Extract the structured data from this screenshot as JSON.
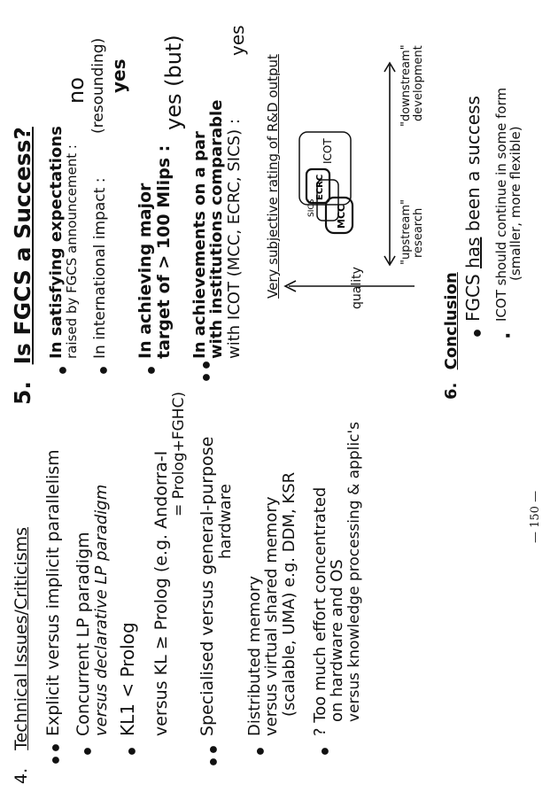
{
  "page_number": "— 150 —",
  "left": {
    "heading_num": "4.",
    "heading_a": "Technical Issues",
    "heading_sep": "/",
    "heading_b": "Criticisms",
    "items": [
      [
        "Explicit versus implicit parallelism"
      ],
      [
        "Concurrent LP paradigm",
        "versus declarative LP paradigm"
      ],
      [
        "KL1 < Prolog"
      ],
      [
        "versus KL ≥ Prolog  (e.g. Andorra-I",
        "= Prolog+FGHC)"
      ],
      [
        "Specialised versus general-purpose",
        "hardware"
      ],
      [
        "Distributed memory",
        "versus virtual shared memory",
        "(scalable, UMA) e.g. DDM, KSR"
      ],
      [
        "? Too much effort concentrated",
        "on hardware and OS",
        "versus knowledge processing & applic's"
      ]
    ]
  },
  "right": {
    "heading_num": "5.",
    "heading": "Is FGCS a Success?",
    "q1": [
      "In satisfying expectations",
      "raised by FGCS announcement :"
    ],
    "a1": "no",
    "q2": "In international impact :",
    "a2a": "(resounding)",
    "a2b": "yes",
    "q3": [
      "In achieving major",
      "target of > 100 Mlips :"
    ],
    "a3": "yes (but)",
    "q4": [
      "In achievements on a par",
      "with institutions comparable",
      "with ICOT (MCC, ECRC, SICS) :"
    ],
    "a4": "yes",
    "diagram": {
      "title": "Very subjective rating of R&D output",
      "y_label": "quality",
      "left_label": [
        "\"upstream\"",
        "research"
      ],
      "right_label": [
        "\"downstream\"",
        "development"
      ],
      "boxes": [
        "MCC",
        "SICS",
        "ECRC",
        "ICOT"
      ]
    },
    "conclusion_num": "6.",
    "conclusion": "Conclusion",
    "c1_pre": "FGCS ",
    "c1_has": "has",
    "c1_post": " been a success",
    "c2": [
      "ICOT should continue in some form",
      "(smaller, more flexible)"
    ]
  }
}
